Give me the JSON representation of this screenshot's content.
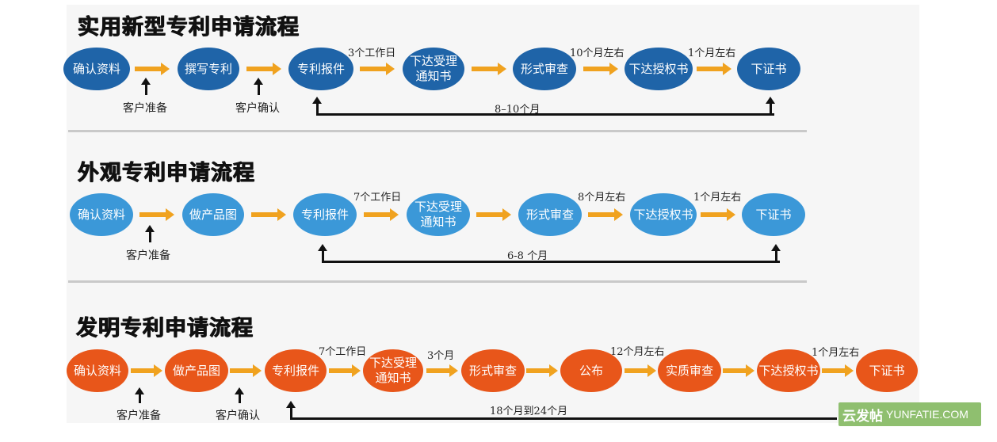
{
  "sections": [
    {
      "title": "实用新型专利申请流程",
      "nodes": [
        "确认资料",
        "撰写专利",
        "专利报件",
        "下达受理\n通知书",
        "形式审查",
        "下达授权书",
        "下证书"
      ],
      "step_labels": [
        "3个工作日",
        "10个月左右",
        "1个月左右"
      ],
      "prep_labels": [
        "客户准备",
        "客户确认"
      ],
      "span_label": "8–10个月"
    },
    {
      "title": "外观专利申请流程",
      "nodes": [
        "确认资料",
        "做产品图",
        "专利报件",
        "下达受理\n通知书",
        "形式审查",
        "下达授权书",
        "下证书"
      ],
      "step_labels": [
        "7个工作日",
        "8个月左右",
        "1个月左右"
      ],
      "prep_labels": [
        "客户准备"
      ],
      "span_label": "6-8 个月"
    },
    {
      "title": "发明专利申请流程",
      "nodes": [
        "确认资料",
        "做产品图",
        "专利报件",
        "下达受理\n通知书",
        "形式审查",
        "公布",
        "实质审查",
        "下达授权书",
        "下证书"
      ],
      "step_labels": [
        "7个工作日",
        "3个月",
        "12个月左右",
        "1个月左右"
      ],
      "prep_labels": [
        "客户准备",
        "客户确认"
      ],
      "span_label": "18个月到24个月"
    }
  ],
  "watermark": {
    "brand_cn": "云发帖",
    "brand_en": "YUNFATIE.COM"
  },
  "colors": {
    "utility_node": "#1f64a8",
    "design_node": "#3b98d8",
    "invention_node": "#e8561a",
    "arrow": "#f0a21f"
  }
}
